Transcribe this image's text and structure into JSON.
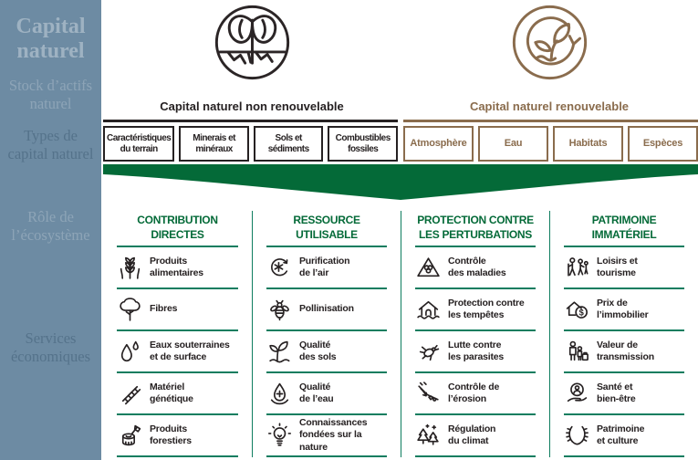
{
  "colors": {
    "sidebar_bg": "#6d8ba3",
    "dark": "#262122",
    "brown": "#8a6c4d",
    "green": "#046a38",
    "teal_line": "#0e7d5f"
  },
  "sidebar": {
    "title": "Capital\nnaturel",
    "items": [
      {
        "label": "Stock d’actifs\nnaturel",
        "tone": "light"
      },
      {
        "label": "Types de\ncapital naturel",
        "tone": "dark"
      },
      {
        "label": "Rôle de\nl’écosystème",
        "tone": "light"
      },
      {
        "label": "Services\néconomiques",
        "tone": "dark"
      }
    ]
  },
  "capital_groups": [
    {
      "label": "Capital naturel non renouvelable",
      "icon": "tree-minerals-icon",
      "color": "#262122",
      "boxes": [
        "Caractéristiques du terrain",
        "Minerais et minéraux",
        "Sols et sédiments",
        "Combustibles fossiles"
      ]
    },
    {
      "label": "Capital naturel renouvelable",
      "icon": "sprout-cycle-icon",
      "color": "#8a6c4d",
      "boxes": [
        "Atmosphère",
        "Eau",
        "Habitats",
        "Espèces"
      ]
    }
  ],
  "service_columns": [
    {
      "header": "CONTRIBUTION\nDIRECTES",
      "items": [
        {
          "icon": "wheat-icon",
          "label": "Produits\nalimentaires"
        },
        {
          "icon": "cotton-tree-icon",
          "label": "Fibres"
        },
        {
          "icon": "water-drop-icon",
          "label": "Eaux souterraines\net de surface"
        },
        {
          "icon": "dna-icon",
          "label": "Matériel\ngénétique"
        },
        {
          "icon": "tree-stump-axe-icon",
          "label": "Produits\nforestiers"
        }
      ]
    },
    {
      "header": "RESSOURCE\nUTILISABLE",
      "items": [
        {
          "icon": "air-purification-icon",
          "label": "Purification\nde l’air"
        },
        {
          "icon": "bee-icon",
          "label": "Pollinisation"
        },
        {
          "icon": "sprout-icon",
          "label": "Qualité\ndes sols"
        },
        {
          "icon": "water-quality-icon",
          "label": "Qualité\nde l’eau"
        },
        {
          "icon": "lightbulb-icon",
          "label": "Connaissances\nfondées sur la nature"
        }
      ]
    },
    {
      "header": "PROTECTION CONTRE\nLES PERTURBATIONS",
      "items": [
        {
          "icon": "disease-warning-icon",
          "label": "Contrôle\ndes maladies"
        },
        {
          "icon": "storm-house-icon",
          "label": "Protection contre\nles tempêtes"
        },
        {
          "icon": "pest-insect-icon",
          "label": "Lutte contre\nles parasites"
        },
        {
          "icon": "erosion-icon",
          "label": "Contrôle de\nl’érosion"
        },
        {
          "icon": "evergreen-trees-icon",
          "label": "Régulation\ndu climat"
        }
      ]
    },
    {
      "header": "PATRIMOINE\nIMMATÉRIEL",
      "items": [
        {
          "icon": "hikers-icon",
          "label": "Loisirs et\ntourisme"
        },
        {
          "icon": "house-price-icon",
          "label": "Prix de\nl’immobilier"
        },
        {
          "icon": "family-transmission-icon",
          "label": "Valeur de\ntransmission"
        },
        {
          "icon": "health-hand-icon",
          "label": "Santé et\nbien-être"
        },
        {
          "icon": "laurel-wreath-icon",
          "label": "Patrimoine\net culture"
        }
      ]
    }
  ]
}
